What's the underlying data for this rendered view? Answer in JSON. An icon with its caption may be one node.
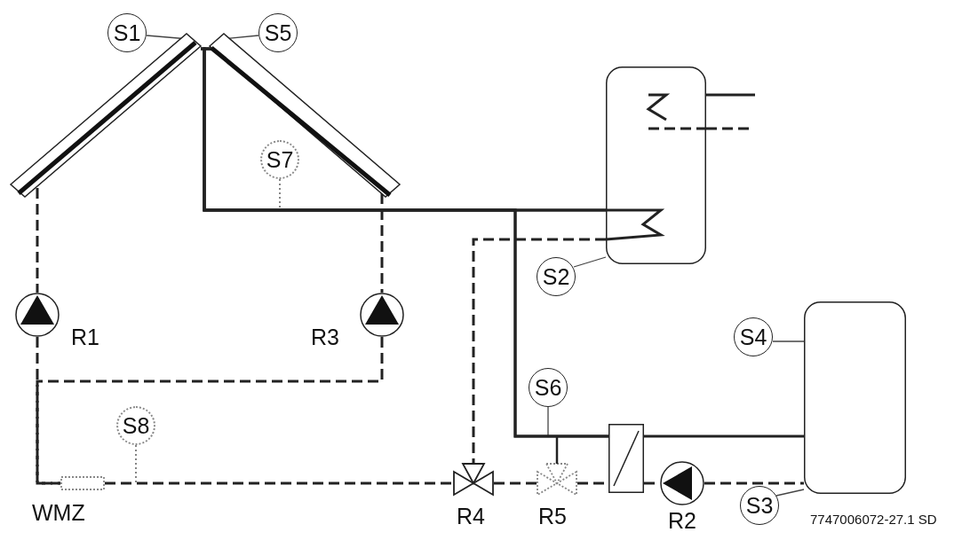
{
  "diagram": {
    "nodes": [
      {
        "text": [
          "S1"
        ]
      },
      {
        "text": [],
        "shape": "box"
      },
      {
        "text": [
          "S5"
        ]
      },
      {
        "text": [],
        "shape": "box"
      },
      {
        "text": [
          "S7"
        ]
      },
      {
        "text": [],
        "shape": "box"
      },
      {
        "text": [
          "S2"
        ]
      },
      {
        "text": [],
        "shape": "circle",
        "beside": [
          "R1"
        ]
      },
      {
        "text": [],
        "shape": "circle",
        "beside": [
          "R3"
        ]
      },
      {
        "text": [
          "S4"
        ]
      },
      {
        "text": [],
        "shape": "box"
      },
      {
        "text": [
          "S6"
        ]
      },
      {
        "text": [
          "S8"
        ]
      },
      {
        "text": [],
        "shape": "box",
        "beside": [
          "WMZ"
        ]
      },
      {
        "text": [],
        "shape": "valve",
        "beside": [
          "R4"
        ]
      },
      {
        "text": [],
        "shape": "valve",
        "beside": [
          "R5"
        ]
      },
      {
        "text": [],
        "shape": "box"
      },
      {
        "text": [],
        "shape": "circle",
        "beside": [
          "R2"
        ]
      },
      {
        "text": [
          "S3"
        ]
      }
    ],
    "edges": [
      {
        "from": 0,
        "to": 1,
        "arrow": "none"
      },
      {
        "from": 2,
        "to": 3,
        "arrow": "none"
      },
      {
        "from": 4,
        "to": null,
        "arrow": "none",
        "style": "dashed"
      },
      {
        "from": 6,
        "to": 5,
        "arrow": "none"
      },
      {
        "from": 9,
        "to": 10,
        "arrow": "none"
      },
      {
        "from": 18,
        "to": 10,
        "arrow": "none"
      },
      {
        "from": 11,
        "to": 15,
        "arrow": "none"
      },
      {
        "from": 12,
        "to": null,
        "arrow": "none",
        "style": "dashed"
      },
      {
        "from": 1,
        "to": 3,
        "arrow": "none"
      },
      {
        "from": 1,
        "to": 5,
        "arrow": "none"
      },
      {
        "from": 3,
        "to": 5,
        "arrow": "none"
      },
      {
        "from": 1,
        "to": 16,
        "arrow": "none"
      },
      {
        "from": 3,
        "to": 16,
        "arrow": "none"
      },
      {
        "from": 16,
        "to": 10,
        "arrow": "none"
      },
      {
        "from": 5,
        "to": 14,
        "arrow": "none",
        "style": "dashed"
      },
      {
        "from": 1,
        "to": 7,
        "arrow": "none",
        "style": "dashed"
      },
      {
        "from": 3,
        "to": 8,
        "arrow": "none",
        "style": "dashed"
      },
      {
        "from": 7,
        "to": 13,
        "arrow": "none",
        "style": "dashed"
      },
      {
        "from": 8,
        "to": 13,
        "arrow": "none",
        "style": "dashed"
      },
      {
        "from": 13,
        "to": 14,
        "arrow": "none",
        "style": "dashed"
      },
      {
        "from": 14,
        "to": 15,
        "arrow": "none",
        "style": "dashed"
      },
      {
        "from": 15,
        "to": 16,
        "arrow": "none",
        "style": "dashed"
      },
      {
        "from": 16,
        "to": 17,
        "arrow": "none",
        "style": "dashed"
      },
      {
        "from": 17,
        "to": 10,
        "arrow": "none",
        "style": "dashed"
      }
    ],
    "labels": [
      "7747006072-27.1 SD"
    ]
  }
}
